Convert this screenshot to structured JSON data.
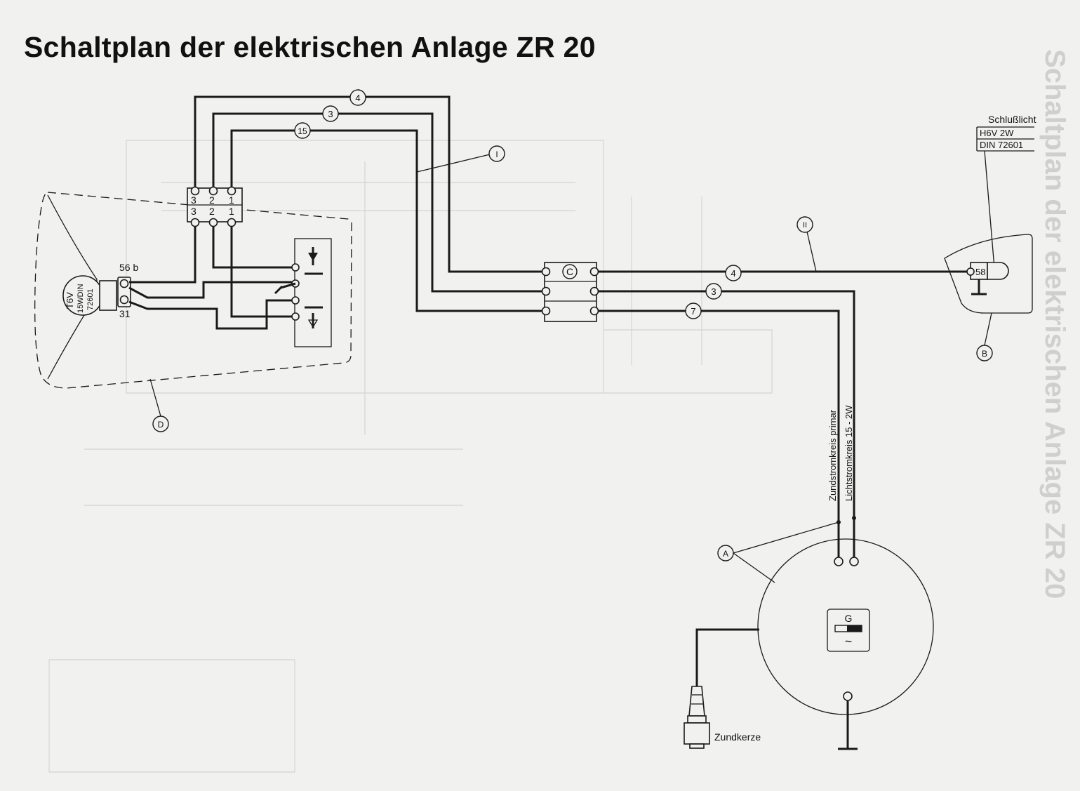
{
  "title": "Schaltplan der elektrischen Anlage ZR 20",
  "bus_wires": [
    "4",
    "3",
    "15"
  ],
  "switch_terminals_top": [
    "3",
    "2",
    "1"
  ],
  "switch_terminals_bottom": [
    "3",
    "2",
    "1"
  ],
  "headlamp": {
    "bulb_lines": [
      "T6V",
      "15WDIN",
      "72601"
    ],
    "terminal_56b": "56 b",
    "terminal_31": "31"
  },
  "connector_label": "C",
  "rear_wires": [
    "4",
    "3",
    "7"
  ],
  "tail_light": {
    "title": "Schlußlicht",
    "spec": "H6V 2W",
    "din": "DIN 72601",
    "terminal": "58"
  },
  "marker_labels": [
    "I",
    "II",
    "A",
    "B",
    "D"
  ],
  "generator": {
    "symbol": "G",
    "wave": "~",
    "primary_label": "Zundstromkreis primar",
    "light_label": "Lichtstromkreis 15 - 2W"
  },
  "spark_plug_label": "Zundkerze",
  "bleed_through_text": "Schaltplan der elektrischen Anlage ZR 20"
}
